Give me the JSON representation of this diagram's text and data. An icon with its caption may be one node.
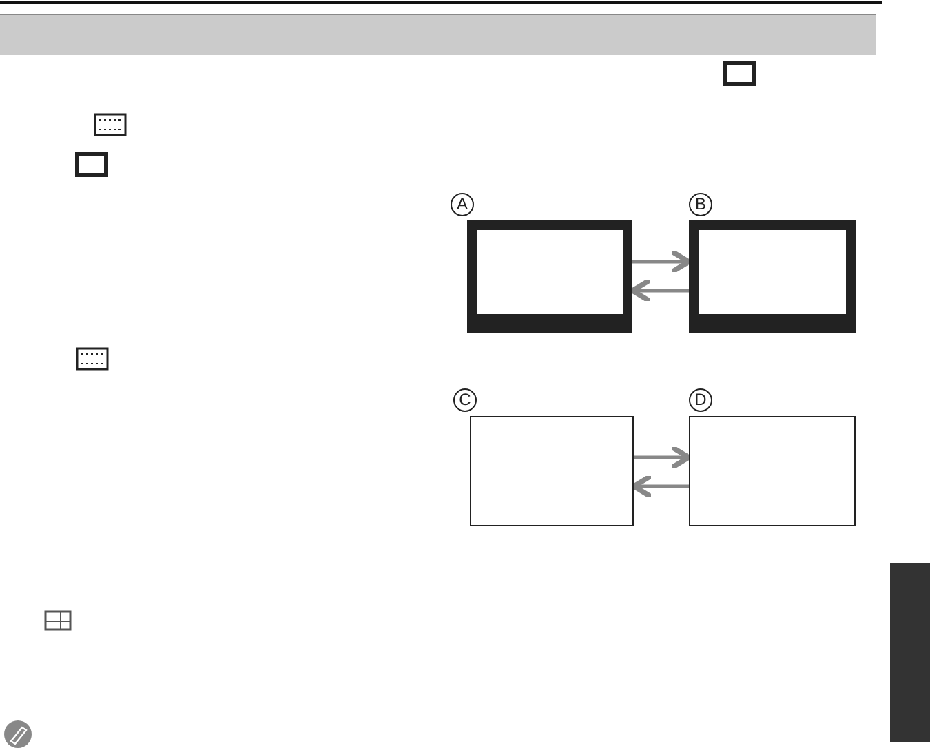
{
  "diagram": {
    "nodes": [
      {
        "text": [
          "A"
        ]
      },
      {
        "text": [
          "B"
        ]
      },
      {
        "text": [
          "C"
        ]
      },
      {
        "text": [
          "D"
        ]
      },
      {
        "text": [],
        "shape": "bar"
      }
    ],
    "edges": [
      {
        "from": 0,
        "to": 1,
        "arrow": "to"
      },
      {
        "from": 1,
        "to": 0,
        "arrow": "to"
      },
      {
        "from": 2,
        "to": 3,
        "arrow": "to"
      },
      {
        "from": 3,
        "to": 2,
        "arrow": "to"
      }
    ]
  }
}
